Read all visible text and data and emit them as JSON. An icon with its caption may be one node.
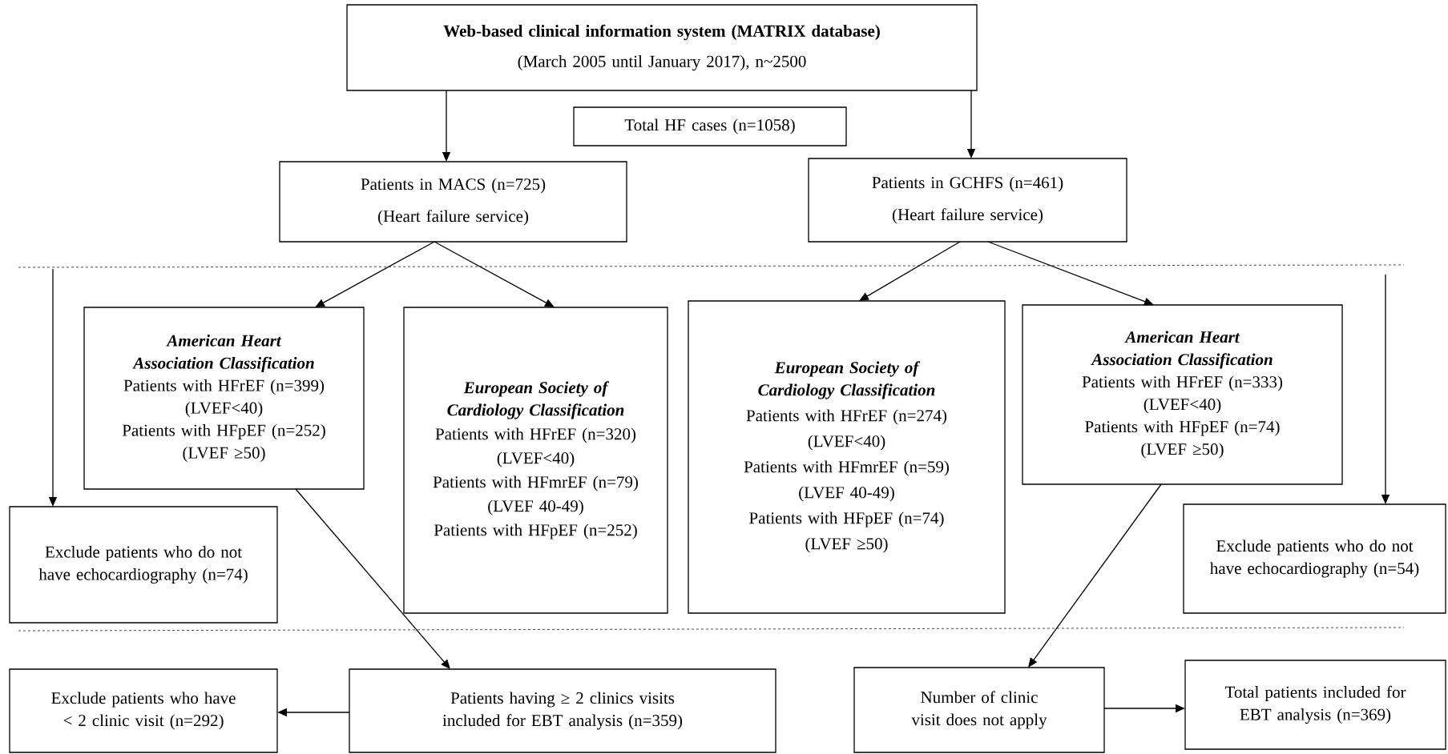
{
  "diagram": {
    "nodes": [
      {
        "text": [
          "Web-based clinical information system (MATRIX database)",
          "(March 2005 until January 2017), n~2500"
        ]
      },
      {
        "text": [
          "Total HF cases (n=1058)"
        ]
      },
      {
        "text": [
          "Patients in MACS (n=725)",
          "(Heart failure service)"
        ]
      },
      {
        "text": [
          "Patients in GCHFS (n=461)",
          "(Heart failure service)"
        ]
      },
      {
        "text": [
          "American Heart Association Classification",
          "Patients with HFrEF (n=399)",
          "(LVEF<40)",
          "Patients with HFpEF (n=252)",
          "(LVEF ≥50)"
        ]
      },
      {
        "text": [
          "European Society of Cardiology Classification",
          "Patients with HFrEF (n=320)",
          "(LVEF<40)",
          "Patients with HFmrEF (n=79)",
          "(LVEF 40-49)",
          "Patients with HFpEF (n=252)"
        ]
      },
      {
        "text": [
          "European Society of Cardiology Classification",
          "Patients with HFrEF (n=274)",
          "(LVEF<40)",
          "Patients with HFmrEF (n=59)",
          "(LVEF 40-49)",
          "Patients with HFpEF (n=74)",
          "(LVEF ≥50)"
        ]
      },
      {
        "text": [
          "American Heart Association Classification",
          "Patients with HFrEF (n=333)",
          "(LVEF<40)",
          "Patients with HFpEF (n=74)",
          "(LVEF ≥50)"
        ]
      },
      {
        "text": [
          "Exclude patients who do not have echocardiography (n=74)"
        ]
      },
      {
        "text": [
          "Exclude patients who do not have echocardiography (n=54)"
        ]
      },
      {
        "text": [
          "Exclude patients who have < 2 clinic visit (n=292)"
        ]
      },
      {
        "text": [
          "Patients having ≥ 2 clinics visits included for EBT analysis (n=359)"
        ]
      },
      {
        "text": [
          "Number of clinic visit does not apply"
        ]
      },
      {
        "text": [
          "Total patients included for EBT analysis (n=369)"
        ]
      }
    ],
    "edges": [
      {
        "from": 0,
        "to": 2,
        "arrow": "to"
      },
      {
        "from": 0,
        "to": 3,
        "arrow": "to"
      },
      {
        "from": 2,
        "to": 4,
        "arrow": "to"
      },
      {
        "from": 2,
        "to": 5,
        "arrow": "to"
      },
      {
        "from": 3,
        "to": 6,
        "arrow": "to"
      },
      {
        "from": 3,
        "to": 7,
        "arrow": "to"
      },
      {
        "from": null,
        "to": 8,
        "arrow": "to"
      },
      {
        "from": null,
        "to": 9,
        "arrow": "to"
      },
      {
        "from": 4,
        "to": 11,
        "arrow": "to"
      },
      {
        "from": 7,
        "to": 12,
        "arrow": "to"
      },
      {
        "from": 11,
        "to": 10,
        "arrow": "to"
      },
      {
        "from": 12,
        "to": 13,
        "arrow": "to"
      }
    ]
  }
}
